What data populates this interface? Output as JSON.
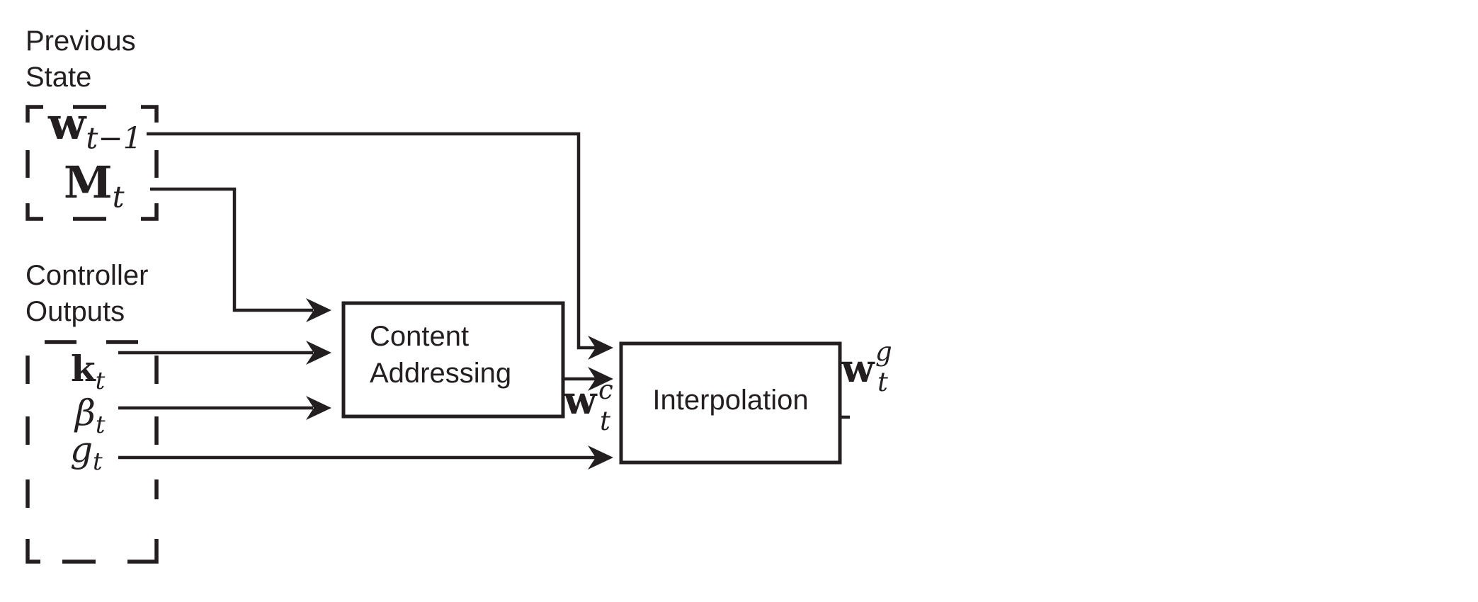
{
  "labels": {
    "previous_state": {
      "line1": "Previous",
      "line2": "State"
    },
    "controller_outputs": {
      "line1": "Controller",
      "line2": "Outputs"
    }
  },
  "boxes": {
    "content_addressing": {
      "line1": "Content",
      "line2": "Addressing"
    },
    "interpolation": {
      "label": "Interpolation"
    }
  },
  "symbols": {
    "w_prev": {
      "base": "w",
      "sub": "t−1"
    },
    "memory": {
      "base": "M",
      "sub": "t"
    },
    "key": {
      "base": "k",
      "sub": "t"
    },
    "key_strength": {
      "base": "β",
      "sub": "t"
    },
    "interpolation_gate": {
      "base": "g",
      "sub": "t"
    },
    "w_content": {
      "base": "w",
      "sup": "c",
      "sub": "t"
    },
    "w_gated": {
      "base": "w",
      "sup": "g",
      "sub": "t"
    }
  },
  "colors": {
    "ink": "#231f20",
    "background": "#ffffff"
  }
}
